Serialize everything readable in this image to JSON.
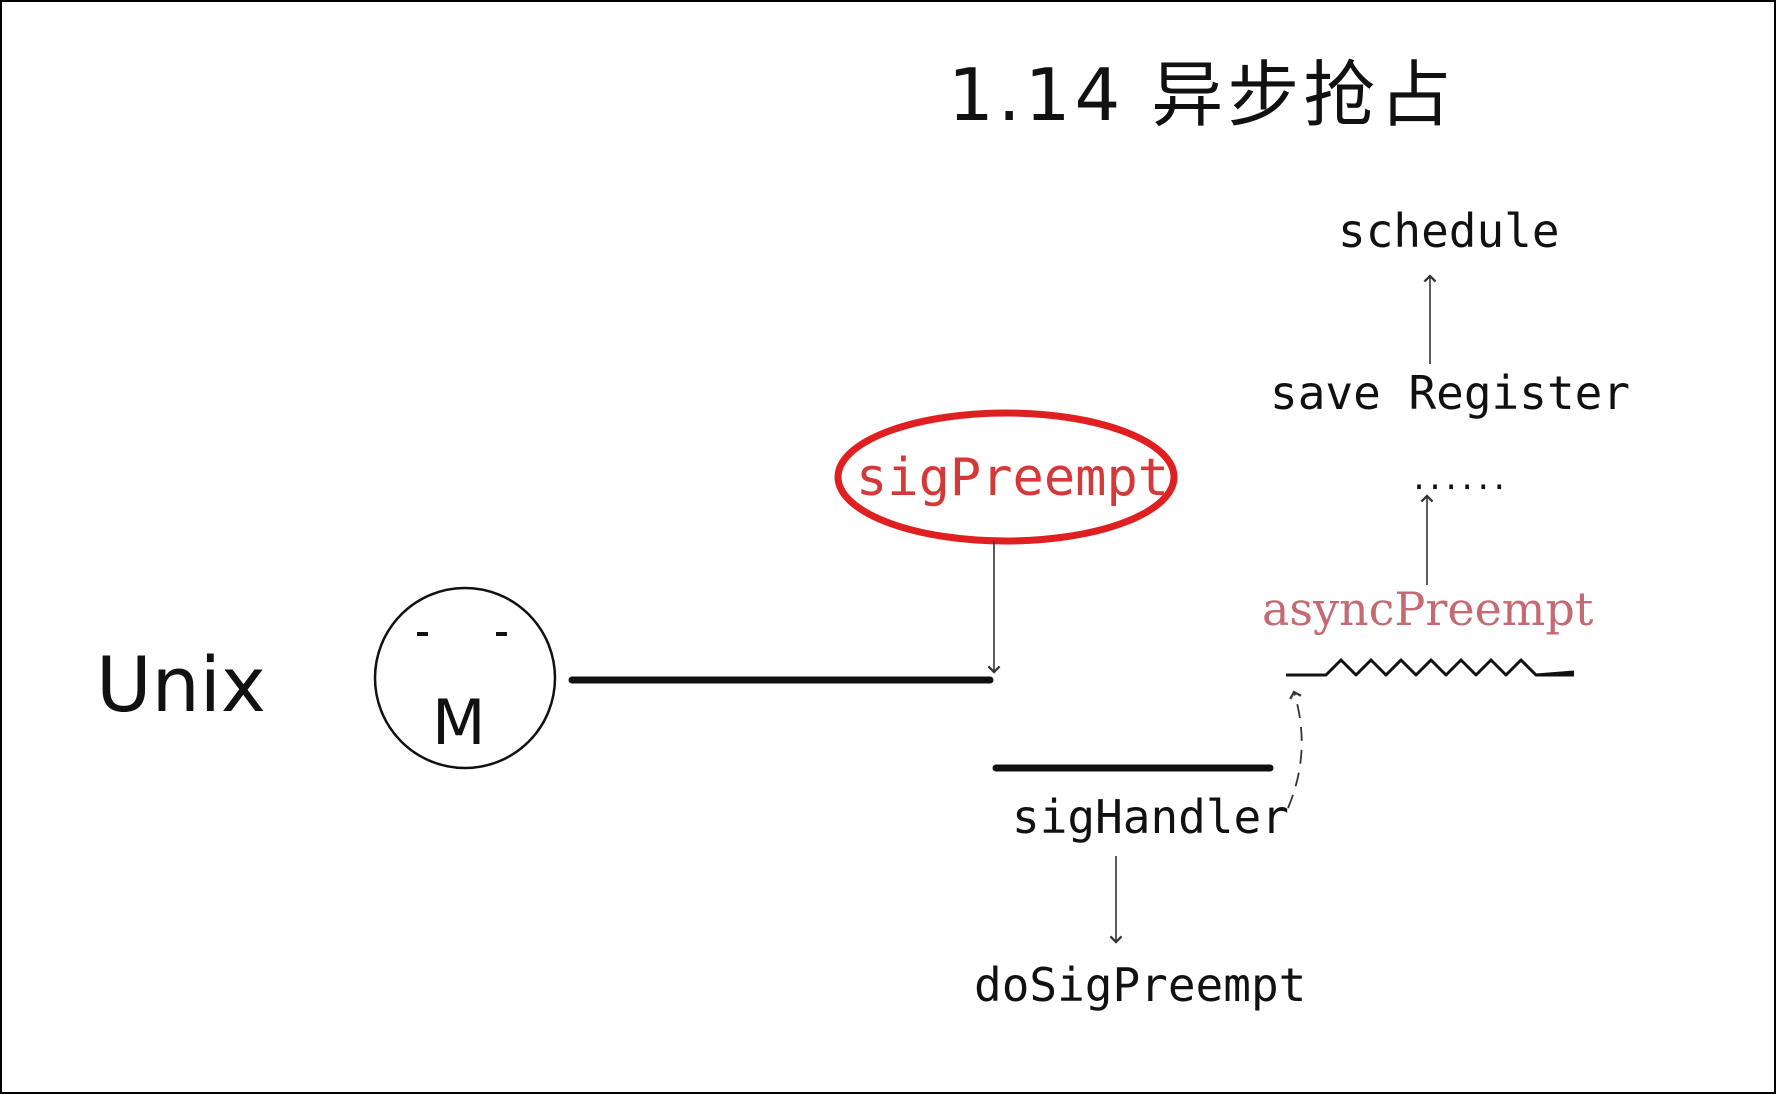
{
  "title": "1.14 异步抢占",
  "labels": {
    "unix": "Unix",
    "m": "M",
    "sig_preempt": "sigPreempt",
    "schedule": "schedule",
    "save_register": "save Register",
    "ellipsis": "......",
    "async_preempt": "asyncPreempt",
    "sig_handler": "sigHandler",
    "do_sig_preempt": "doSigPreempt"
  },
  "colors": {
    "ink": "#111111",
    "highlight_red": "#e02020",
    "async_text": "#c46a72"
  }
}
